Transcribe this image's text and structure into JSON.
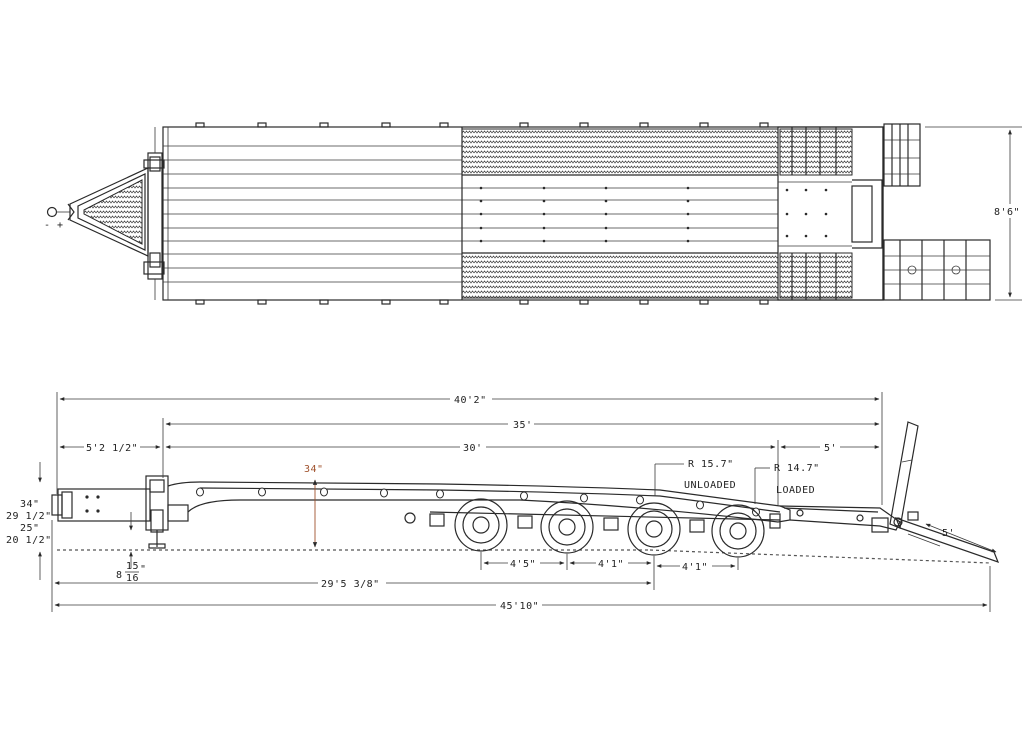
{
  "colors": {
    "line": "#2a2a2a",
    "accent_dimension": "#a0522d",
    "background": "#ffffff"
  },
  "top_view": {
    "width_label": "8'6\""
  },
  "side_view": {
    "overall_deck_length": "40'2\"",
    "main_deck_length": "35'",
    "deck_30": "30'",
    "gooseneck_length": "5'2 1/2\"",
    "beavertail_length": "5'",
    "ramp_length": "5'",
    "deck_height_accent": "34\"",
    "radius_unloaded": "R 15.7\"",
    "radius_loaded": "R 14.7\"",
    "unloaded_label": "UNLOADED",
    "loaded_label": "LOADED",
    "hitch_heights": [
      "34\"",
      "29 1/2\"",
      "25\"",
      "20 1/2\""
    ],
    "hitch_drop_whole": "8",
    "hitch_drop_num": "15",
    "hitch_drop_den": "16",
    "hitch_drop_unit": "\"",
    "axle_spacing_1": "4'5\"",
    "axle_spacing_2": "4'1\"",
    "axle_spacing_3": "4'1\"",
    "hitch_to_axle": "29'5 3/8\"",
    "overall_length": "45'10\""
  }
}
